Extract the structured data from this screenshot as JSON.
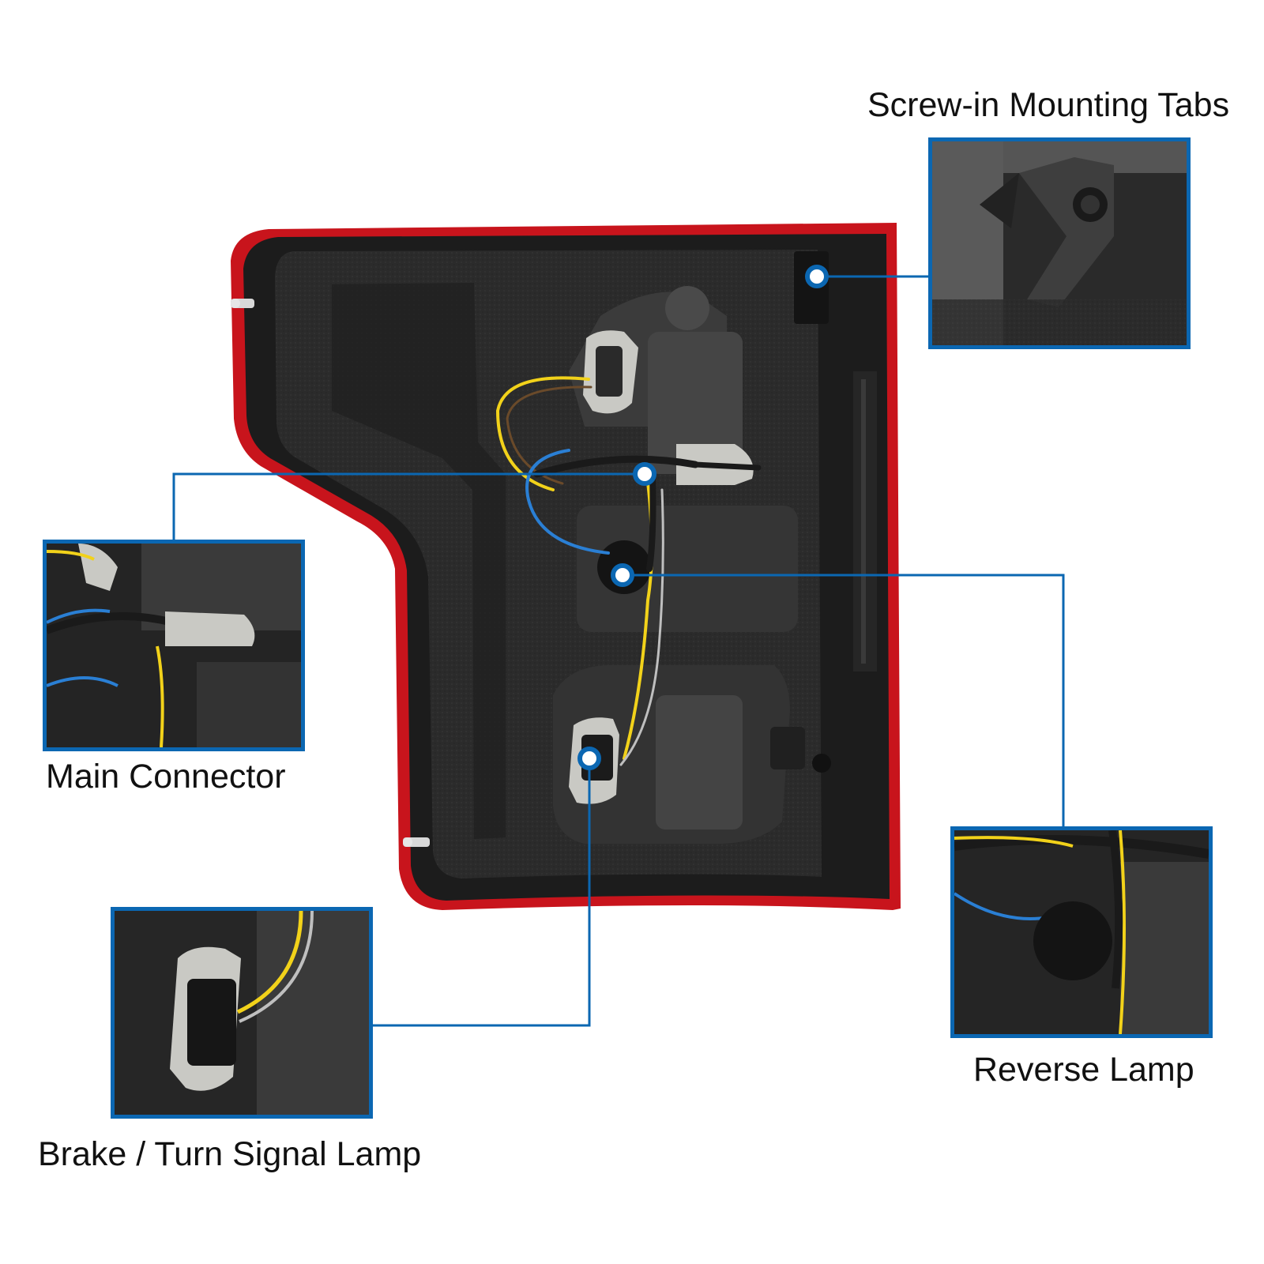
{
  "colors": {
    "accent": "#0b67b2",
    "housing": "#2a2a2a",
    "housing_dark": "#161616",
    "lens_red": "#c8141c",
    "wire_yellow": "#f2d21a",
    "wire_blue": "#2a7fd4",
    "connector_grey": "#c9c9c4",
    "label_text": "#111111"
  },
  "callouts": {
    "tabs": {
      "label": "Screw-in Mounting Tabs",
      "icon": "mounting-tab-detail"
    },
    "main": {
      "label": "Main Connector",
      "icon": "wire-connector-detail"
    },
    "reverse": {
      "label": "Reverse Lamp",
      "icon": "bulb-socket-detail"
    },
    "brake": {
      "label": "Brake / Turn Signal Lamp",
      "icon": "bulb-socket-detail"
    }
  }
}
